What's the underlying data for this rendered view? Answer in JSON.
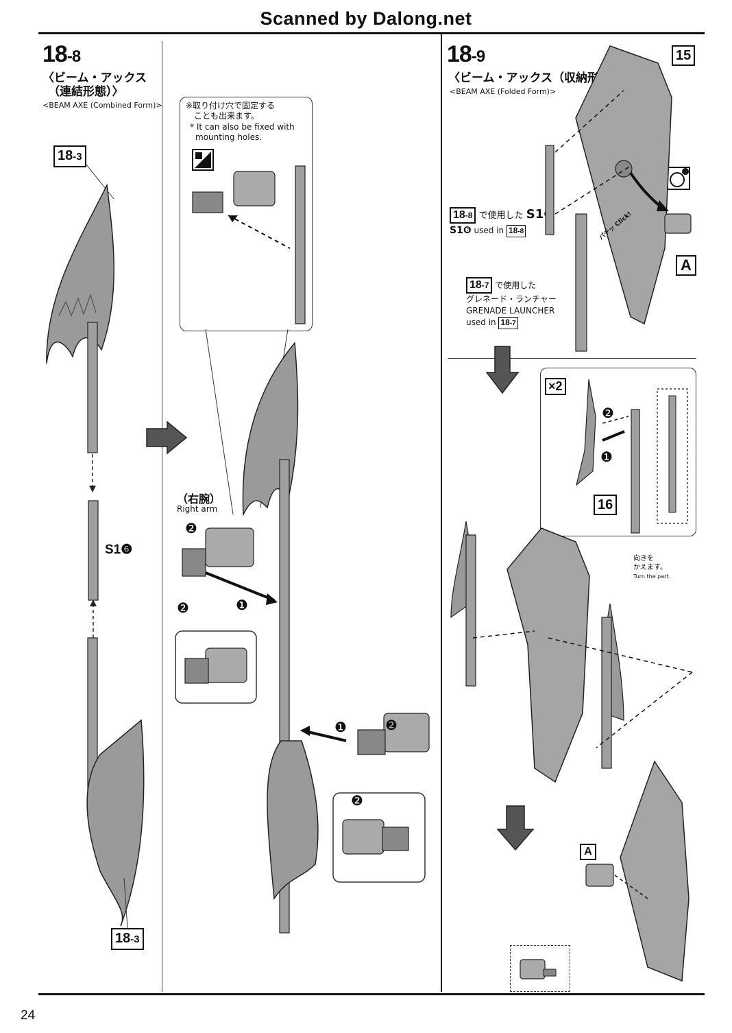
{
  "header": {
    "title": "Scanned by Dalong.net"
  },
  "page_number": "24",
  "step_18_8": {
    "number_main": "18",
    "number_sub": "-8",
    "title_jp_line1": "〈ビーム・アックス",
    "title_jp_line2": "（連結形態）〉",
    "title_en": "<BEAM AXE (Combined Form)>",
    "ref_top": {
      "main": "18",
      "sub": "-3"
    },
    "ref_bottom": {
      "main": "18",
      "sub": "-3"
    },
    "part_label": "S1❻",
    "callout_jp_line1": "※取り付け穴で固定する",
    "callout_jp_line2": "ことも出来ます。",
    "callout_en_line1": "* It can also be fixed with",
    "callout_en_line2": "mounting holes.",
    "right_arm_jp": "（右腕）",
    "right_arm_en": "Right arm",
    "marks": {
      "one": "❶",
      "two": "❷"
    }
  },
  "step_18_9": {
    "number_main": "18",
    "number_sub": "-9",
    "title_jp": "〈ビーム・アックス（収納形態）〉",
    "title_en": "<BEAM AXE (Folded Form)>",
    "ref_15": "15",
    "ref_16": "16",
    "letter_a": "A",
    "multiplier": "×2",
    "s16_jp": "で使用した",
    "s16_ref": {
      "main": "18",
      "sub": "-8"
    },
    "s16_part": "S1❻",
    "s16_en_prefix": "S1❻",
    "s16_en_text": "used in",
    "grenade_ref": {
      "main": "18",
      "sub": "-7"
    },
    "grenade_jp1": "で使用した",
    "grenade_jp2": "グレネード・ランチャー",
    "grenade_en1": "GRENADE LAUNCHER",
    "grenade_en2": "used in",
    "click_text": "パチッ Click!",
    "turn_jp1": "向きを",
    "turn_jp2": "かえます。",
    "turn_en": "Turn the part."
  }
}
